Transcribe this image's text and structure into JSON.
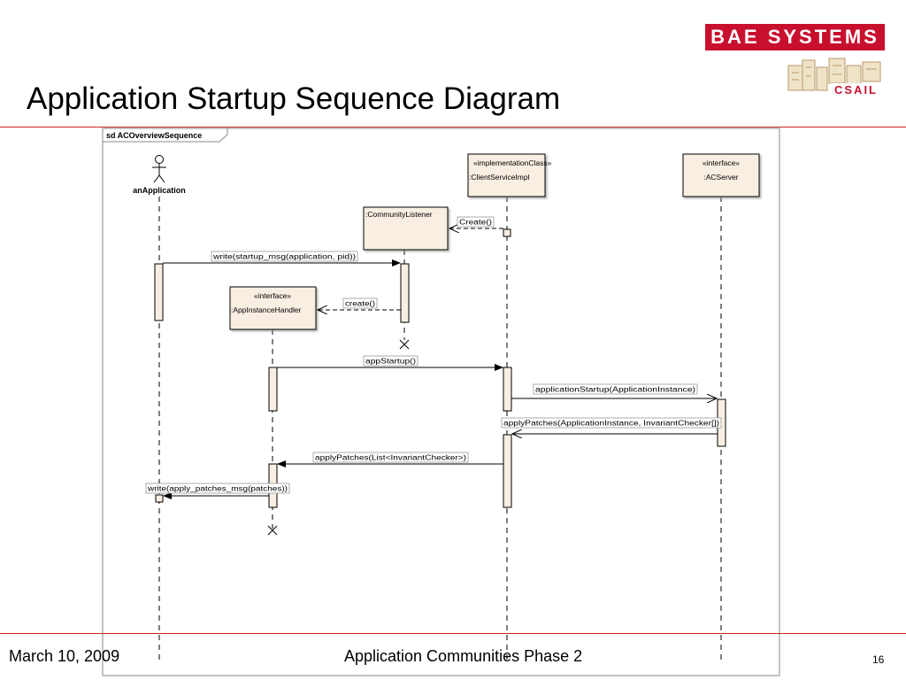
{
  "header": {
    "title": "Application Startup Sequence Diagram",
    "bae_logo_text": "BAE SYSTEMS",
    "csail_logo_text": "CSAIL"
  },
  "diagram": {
    "frame_label": "sd ACOverviewSequence",
    "actor": {
      "name": "anApplication"
    },
    "lifelines": {
      "client_service": {
        "stereotype": "«implementationClass»",
        "name": ":ClientServiceImpl"
      },
      "acserver": {
        "stereotype": "«interface»",
        "name": ":ACServer"
      },
      "community_listener": {
        "name": ":CommunityListener"
      },
      "app_instance_handler": {
        "stereotype": "«interface»",
        "name": ":AppInstanceHandler"
      }
    },
    "messages": {
      "m1": "Create()",
      "m2": "write(startup_msg(application, pid))",
      "m3": "create()",
      "m4": "appStartup()",
      "m5": "applicationStartup(ApplicationInstance)",
      "m6": "applyPatches(ApplicationInstance, InvariantChecker[])",
      "m7": "applyPatches(List<InvariantChecker>)",
      "m8": "write(apply_patches_msg(patches))"
    }
  },
  "footer": {
    "date": "March 10, 2009",
    "center": "Application Communities Phase 2",
    "page": "16"
  },
  "colors": {
    "brand_red": "#c8102e",
    "rule_red": "#c8281e",
    "box_fill": "#f8efe2"
  }
}
